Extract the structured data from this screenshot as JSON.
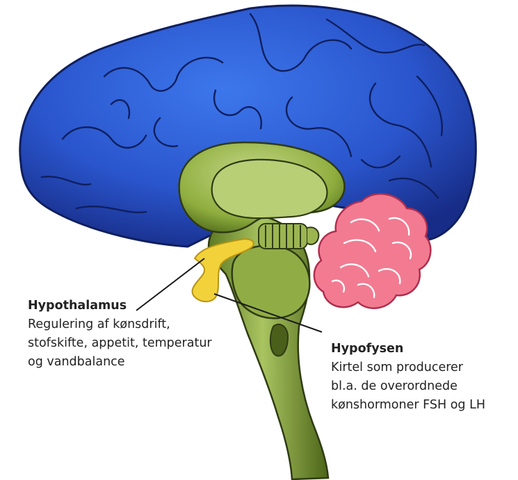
{
  "figure": {
    "hypothalamus": {
      "title": "Hypothalamus",
      "lines": [
        "Regulering af kønsdrift,",
        "stofskifte, appetit, temperatur",
        "og vandbalance"
      ]
    },
    "hypofysen": {
      "title": "Hypofysen",
      "lines": [
        "Kirtel som producerer",
        "bl.a. de overordnede",
        "kønshormoner FSH og LH"
      ]
    }
  },
  "colors": {
    "cerebrum": "#2f5fd6",
    "cerebrum_dark": "#1b2f8a",
    "brainstem": "#8aa83c",
    "brainstem_dark": "#3c4a1c",
    "pituitary": "#f2d23a",
    "cerebellum": "#f27b92"
  }
}
